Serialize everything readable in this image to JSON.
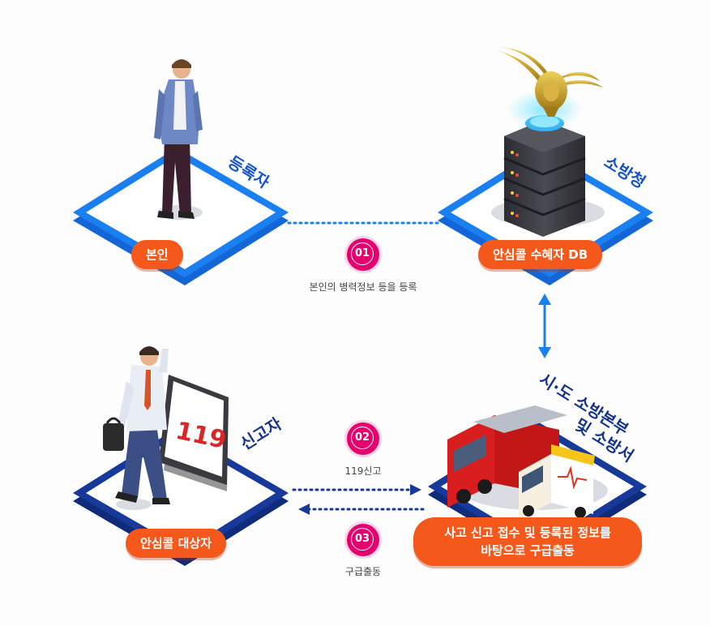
{
  "nodes": {
    "registrant": {
      "role": "등록자",
      "label": "본인"
    },
    "fire_agency": {
      "role": "소방청",
      "label": "안심콜 수혜자 DB"
    },
    "reporter": {
      "role": "신고자",
      "label": "안심콜 대상자"
    },
    "fire_station": {
      "role_line1": "시·도 소방본부",
      "role_line2": "및 소방서",
      "label_line1": "사고 신고 접수 및 등록된 정보를",
      "label_line2": "바탕으로 구급출동"
    }
  },
  "steps": [
    {
      "number": "01",
      "caption": "본인의 병력정보 등을 등록"
    },
    {
      "number": "02",
      "caption": "119신고"
    },
    {
      "number": "03",
      "caption": "구급출동"
    }
  ],
  "phone_screen_text": "119",
  "colors": {
    "blue": "#1a7ff0",
    "navy": "#17399a",
    "orange": "#f4581b",
    "magenta": "#e5006d"
  }
}
